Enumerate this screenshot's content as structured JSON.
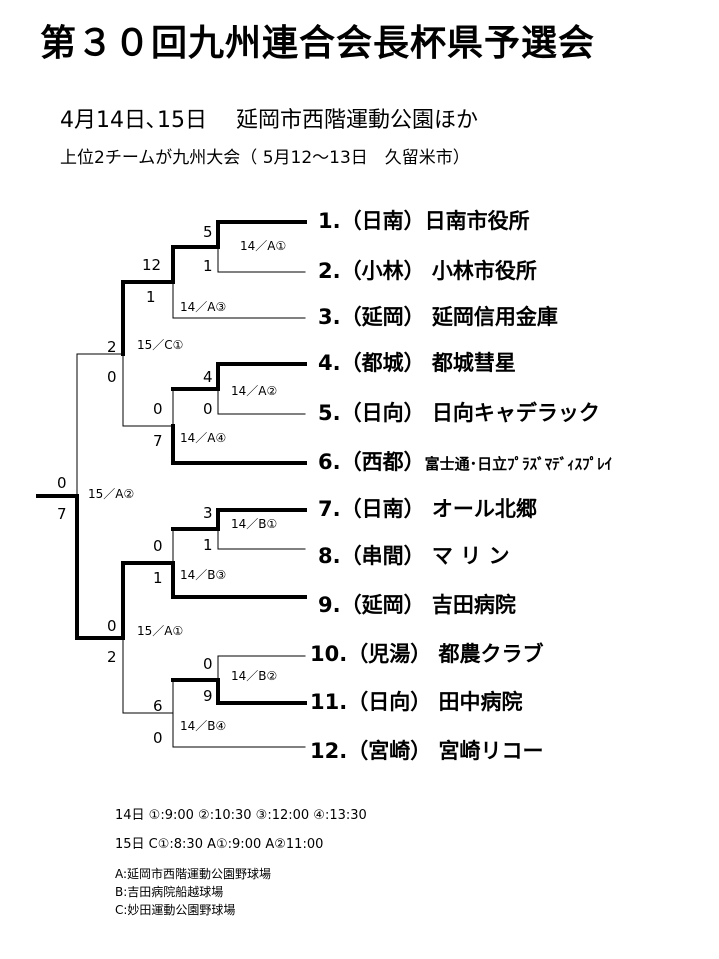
{
  "title": "第３０回九州連合会長杯県予選会",
  "subtitle": "4月14日､15日　 延岡市西階運動公園ほか",
  "subtitle2": "上位2チームが九州大会（ 5月12～13日　久留米市）",
  "teams": [
    {
      "label": "1.（日南）日南市役所"
    },
    {
      "label": "2.（小林）  小林市役所"
    },
    {
      "label": "3.（延岡） 延岡信用金庫"
    },
    {
      "label": "4.（都城） 都城彗星"
    },
    {
      "label": "5.（日向） 日向キャデラック"
    },
    {
      "label": "6.（西都）",
      "sponsor": "富士通･日立ﾌﾟﾗｽﾞﾏﾃﾞｨｽﾌﾟﾚｲ"
    },
    {
      "label": "7.（日南） オール北郷"
    },
    {
      "label": "8.（串間） マ リ ン"
    },
    {
      "label": "9.（延岡） 吉田病院"
    },
    {
      "label": "10.（児湯） 都農クラブ"
    },
    {
      "label": "11.（日向） 田中病院"
    },
    {
      "label": "12.（宮崎） 宮崎リコー"
    }
  ],
  "scores": {
    "g1_top": "5",
    "g1_bot": "1",
    "g2_top": "12",
    "g2_bot": "1",
    "g3_top": "4",
    "g3_bot": "0",
    "g4_top": "0",
    "g4_bot": "7",
    "g5_top": "2",
    "g5_bot": "0",
    "g6_top": "3",
    "g6_bot": "1",
    "g7_top": "0",
    "g7_bot": "1",
    "g8_top": "0",
    "g8_bot": "9",
    "g9_top": "6",
    "g9_bot": "0",
    "g10_top": "0",
    "g10_bot": "2",
    "final_top": "0",
    "final_bot": "7"
  },
  "games": {
    "g1": "14／A①",
    "g2": "14／A③",
    "g3": "14／A②",
    "g4": "14／A④",
    "g5": "15／C①",
    "g6": "14／B①",
    "g7": "14／B③",
    "g8": "14／B②",
    "g9": "14／B④",
    "g10": "15／A①",
    "final": "15／A②"
  },
  "schedule": [
    "14日  ①:9:00  ②:10:30  ③:12:00  ④:13:30",
    "15日  C①:8:30   A①:9:00    A②11:00"
  ],
  "locations": [
    "A:延岡市西階運動公園野球場",
    "B:吉田病院船越球場",
    "C:妙田運動公園野球場"
  ]
}
